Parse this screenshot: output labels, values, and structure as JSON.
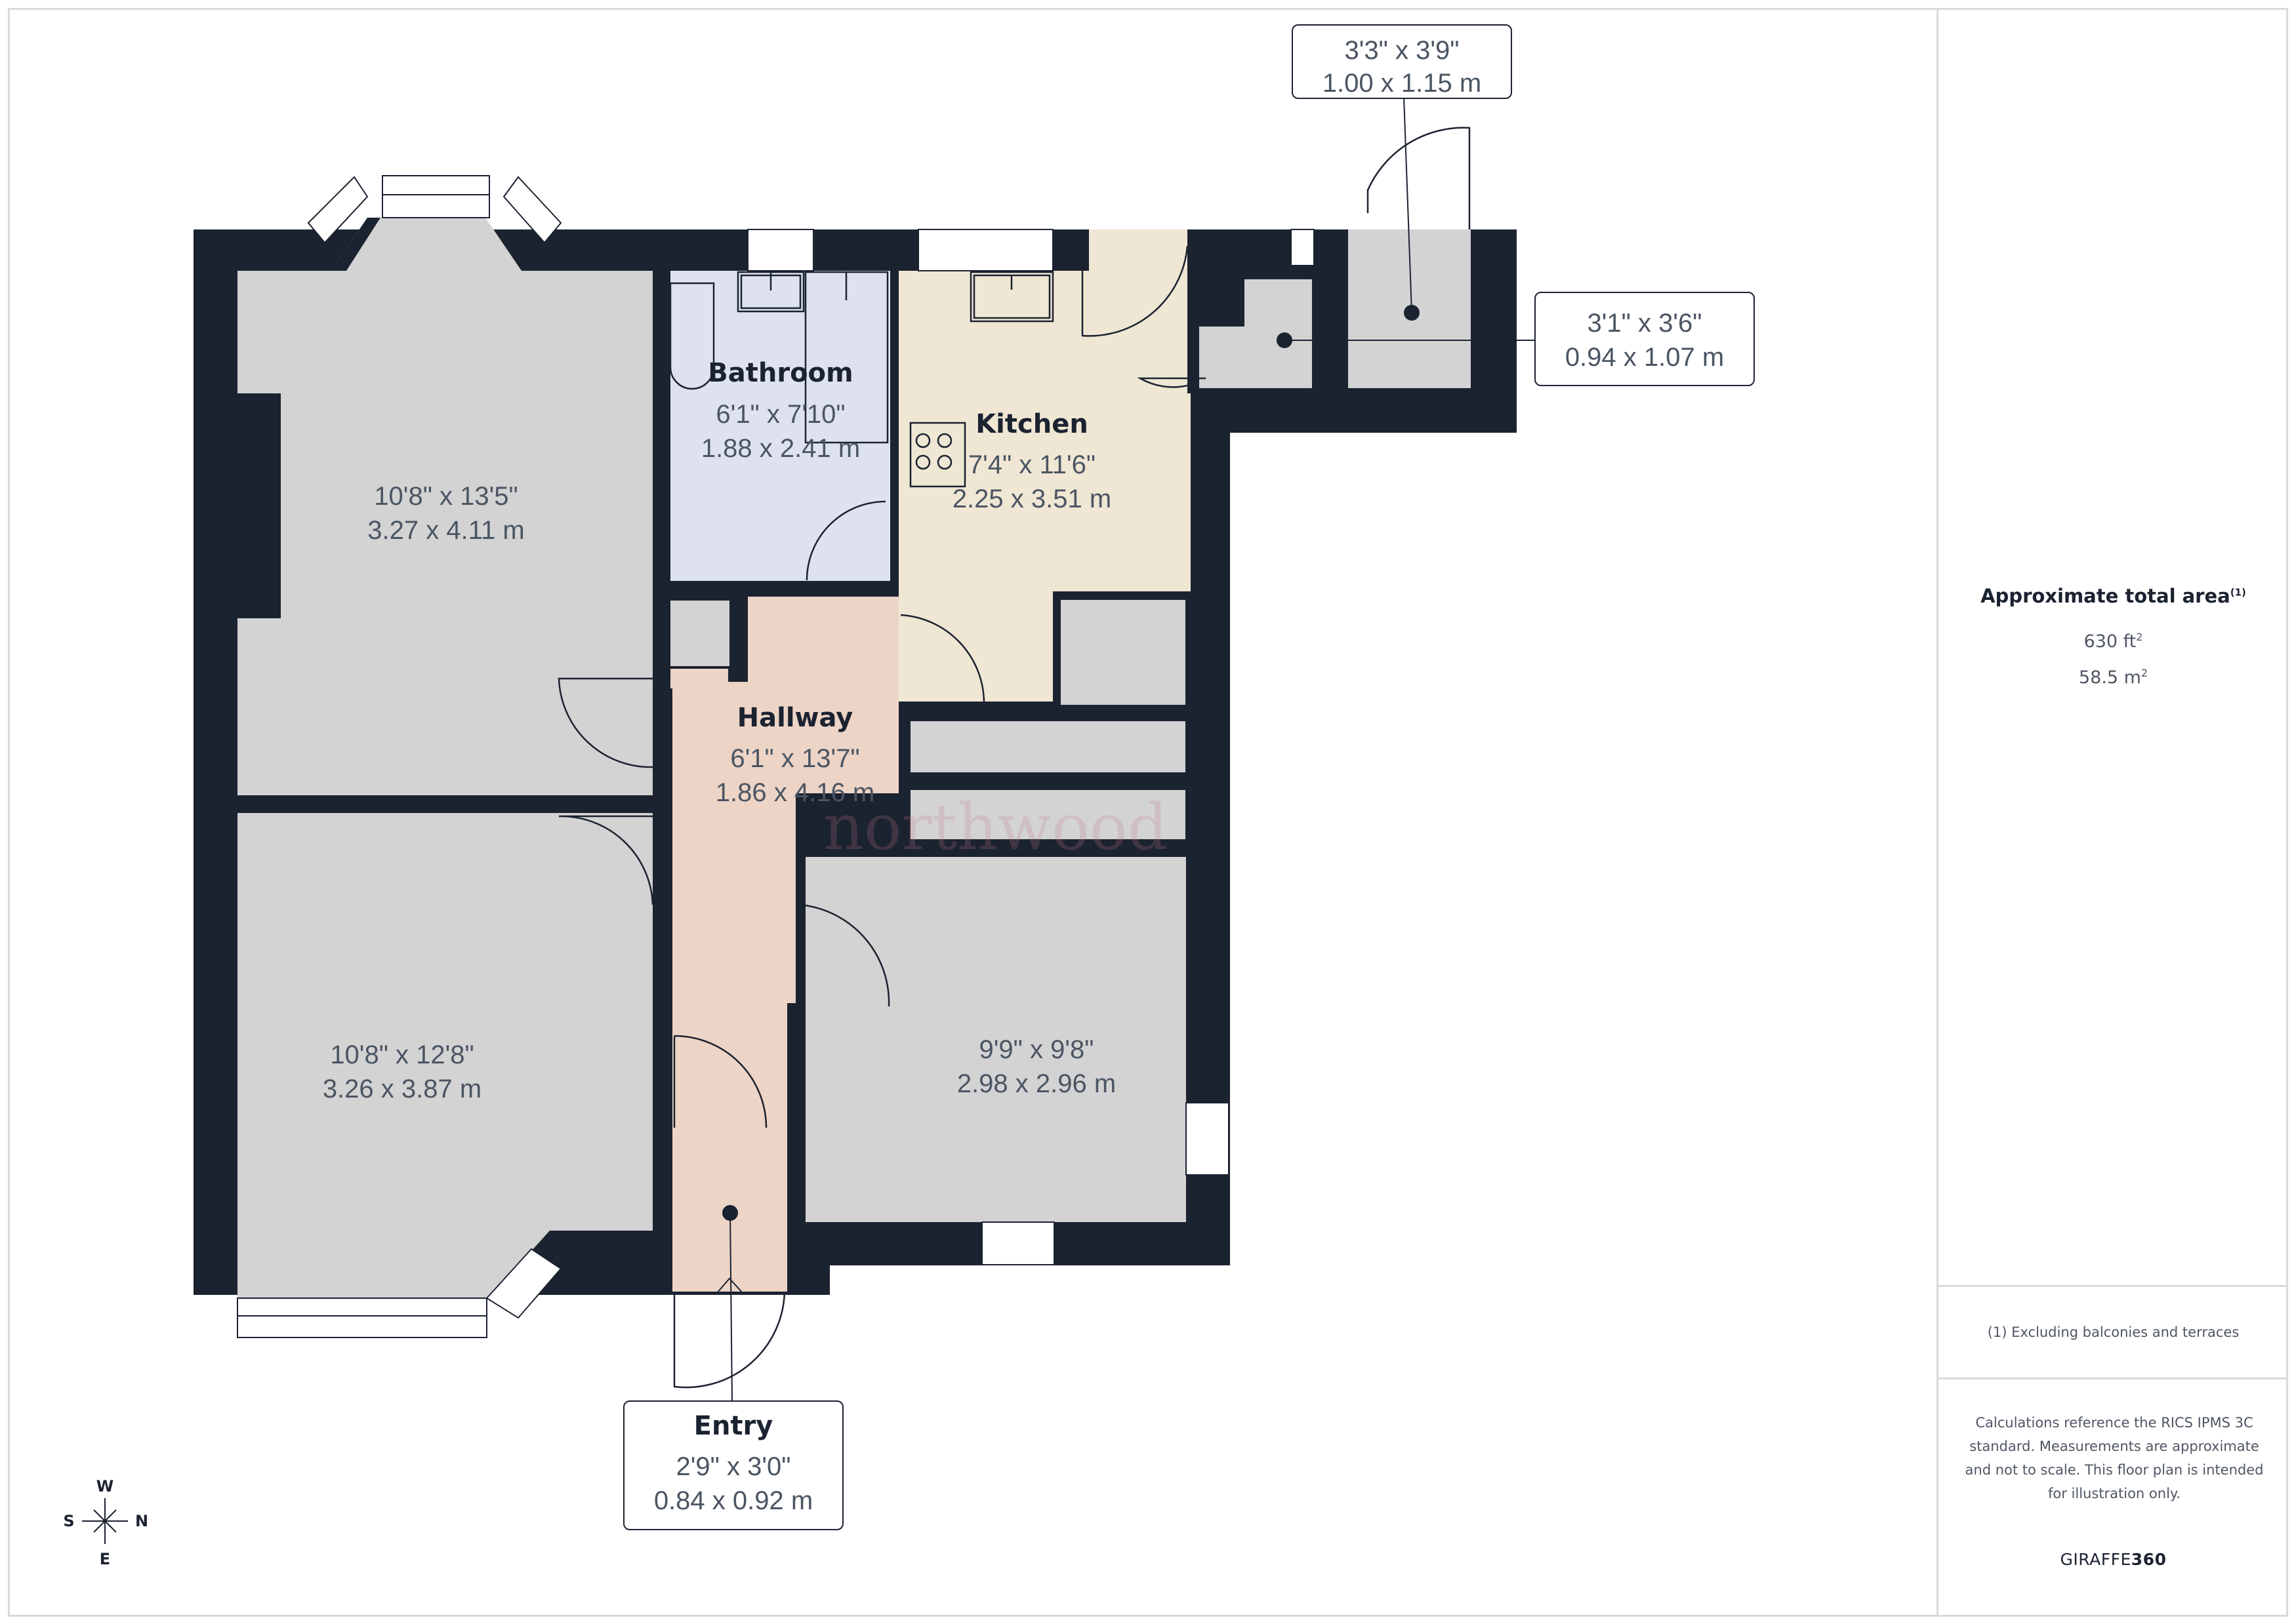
{
  "floorplan": {
    "rooms": [
      {
        "id": "bedroom_top_left",
        "name": "",
        "dim_imperial": "10'8\" x 13'5\"",
        "dim_metric": "3.27 x 4.11 m",
        "fill": "#d3d3d3"
      },
      {
        "id": "bathroom",
        "name": "Bathroom",
        "dim_imperial": "6'1\" x 7'10\"",
        "dim_metric": "1.88 x 2.41 m",
        "fill": "#dde2ee"
      },
      {
        "id": "kitchen",
        "name": "Kitchen",
        "dim_imperial": "7'4\" x 11'6\"",
        "dim_metric": "2.25 x 3.51 m",
        "fill": "#efe7d4"
      },
      {
        "id": "hallway",
        "name": "Hallway",
        "dim_imperial": "6'1\" x 13'7\"",
        "dim_metric": "1.86 x 4.16 m",
        "fill": "#ecd4c6"
      },
      {
        "id": "bedroom_bottom_left",
        "name": "",
        "dim_imperial": "10'8\" x 12'8\"",
        "dim_metric": "3.26 x 3.87 m",
        "fill": "#d3d3d3"
      },
      {
        "id": "bedroom_right",
        "name": "",
        "dim_imperial": "9'9\" x 9'8\"",
        "dim_metric": "2.98 x 2.96 m",
        "fill": "#d3d3d3"
      },
      {
        "id": "entry",
        "name": "Entry",
        "dim_imperial": "2'9\" x 3'0\"",
        "dim_metric": "0.84 x 0.92 m",
        "fill": "#ecd4c6"
      }
    ],
    "callouts": [
      {
        "id": "store_outer",
        "dim_imperial": "3'3\" x 3'9\"",
        "dim_metric": "1.00 x 1.15 m"
      },
      {
        "id": "store_inner",
        "dim_imperial": "3'1\" x 3'6\"",
        "dim_metric": "0.94 x 1.07 m"
      }
    ],
    "watermark": "northwood",
    "wall_color": "#1b2230",
    "compass": {
      "top": "W",
      "bottom": "E",
      "left": "S",
      "right": "N"
    }
  },
  "sidebar": {
    "area_title": "Approximate total area",
    "area_footnote_mark": "(1)",
    "area_ft": "630 ft",
    "area_m": "58.5 m",
    "unit_sup": "2",
    "footnote": "(1) Excluding balconies and terraces",
    "disclaimer": "Calculations reference the RICS IPMS 3C standard. Measurements are approximate and not to scale. This floor plan is intended for illustration only.",
    "brand_light": "GIRAFFE",
    "brand_bold": "360"
  }
}
